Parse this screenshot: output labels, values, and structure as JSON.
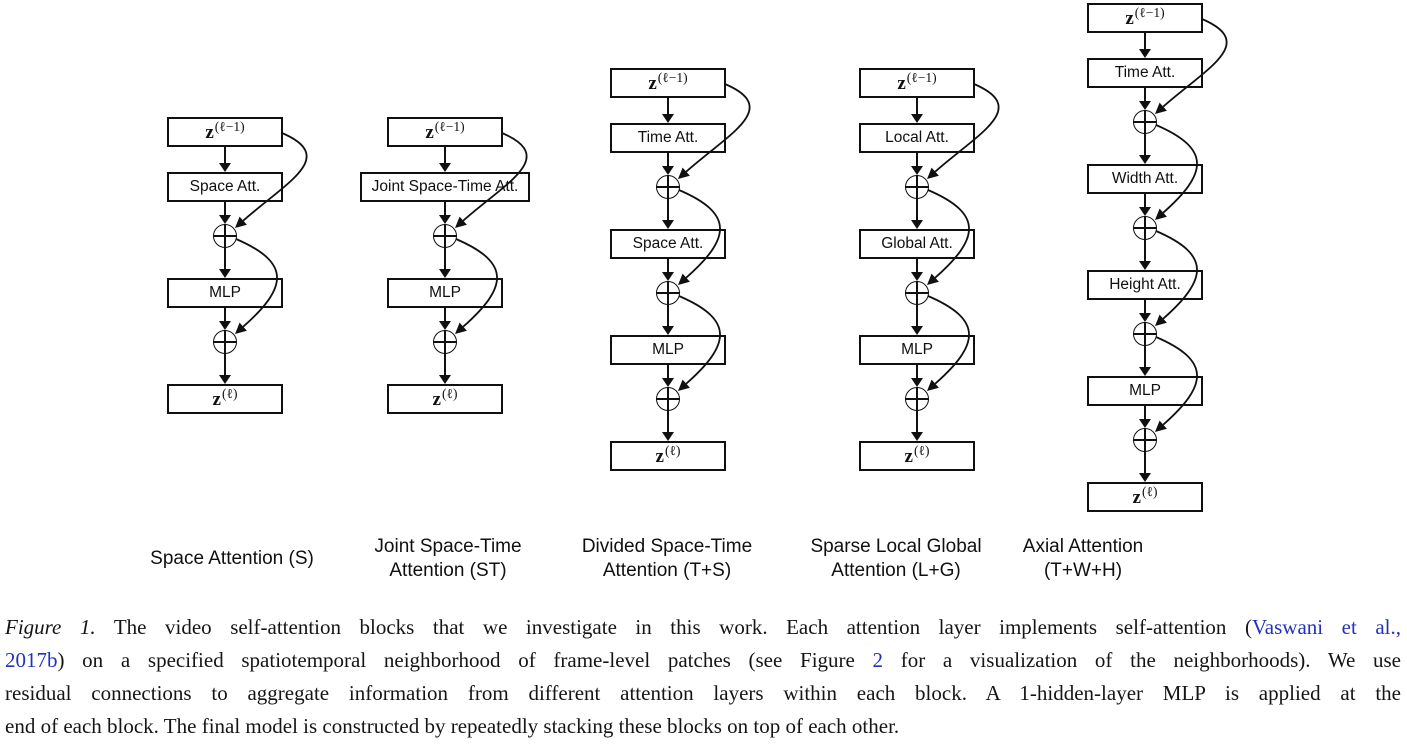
{
  "figure": {
    "io": {
      "symbol": "z",
      "input_sup": "(ℓ−1)",
      "output_sup": "(ℓ)"
    },
    "columns": [
      {
        "layers": [
          "Space Att."
        ],
        "mlp": "MLP",
        "label_lines": [
          "Space Attention (S)"
        ]
      },
      {
        "layers": [
          "Joint Space-Time Att."
        ],
        "mlp": "MLP",
        "label_lines": [
          "Joint Space-Time",
          "Attention (ST)"
        ]
      },
      {
        "layers": [
          "Time Att.",
          "Space Att."
        ],
        "mlp": "MLP",
        "label_lines": [
          "Divided Space-Time",
          "Attention (T+S)"
        ]
      },
      {
        "layers": [
          "Local Att.",
          "Global Att."
        ],
        "mlp": "MLP",
        "label_lines": [
          "Sparse Local Global",
          "Attention (L+G)"
        ]
      },
      {
        "layers": [
          "Time Att.",
          "Width Att.",
          "Height Att."
        ],
        "mlp": "MLP",
        "label_lines": [
          "Axial Attention",
          "(T+W+H)"
        ]
      }
    ]
  },
  "caption": {
    "line1": {
      "figure_label": "Figure 1.",
      "text": " The video self-attention blocks that we investigate in this work. Each attention layer implements self-attention (",
      "cite": "Vaswani et al.,"
    },
    "line2": {
      "cite_year": "2017b",
      "text_a": ") on a specified spatiotemporal neighborhood of frame-level patches (see Figure ",
      "figure_ref": "2",
      "text_b": " for a visualization of the neighborhoods). We use"
    },
    "line3": {
      "text": "residual connections to aggregate information from different attention layers within each block. A 1-hidden-layer MLP is applied at the"
    },
    "line4": {
      "text": "end of each block. The final model is constructed by repeatedly stacking these blocks on top of each other."
    }
  },
  "colors": {
    "ink": "#101010",
    "link_blue": "#2233bb",
    "background": "#ffffff"
  }
}
